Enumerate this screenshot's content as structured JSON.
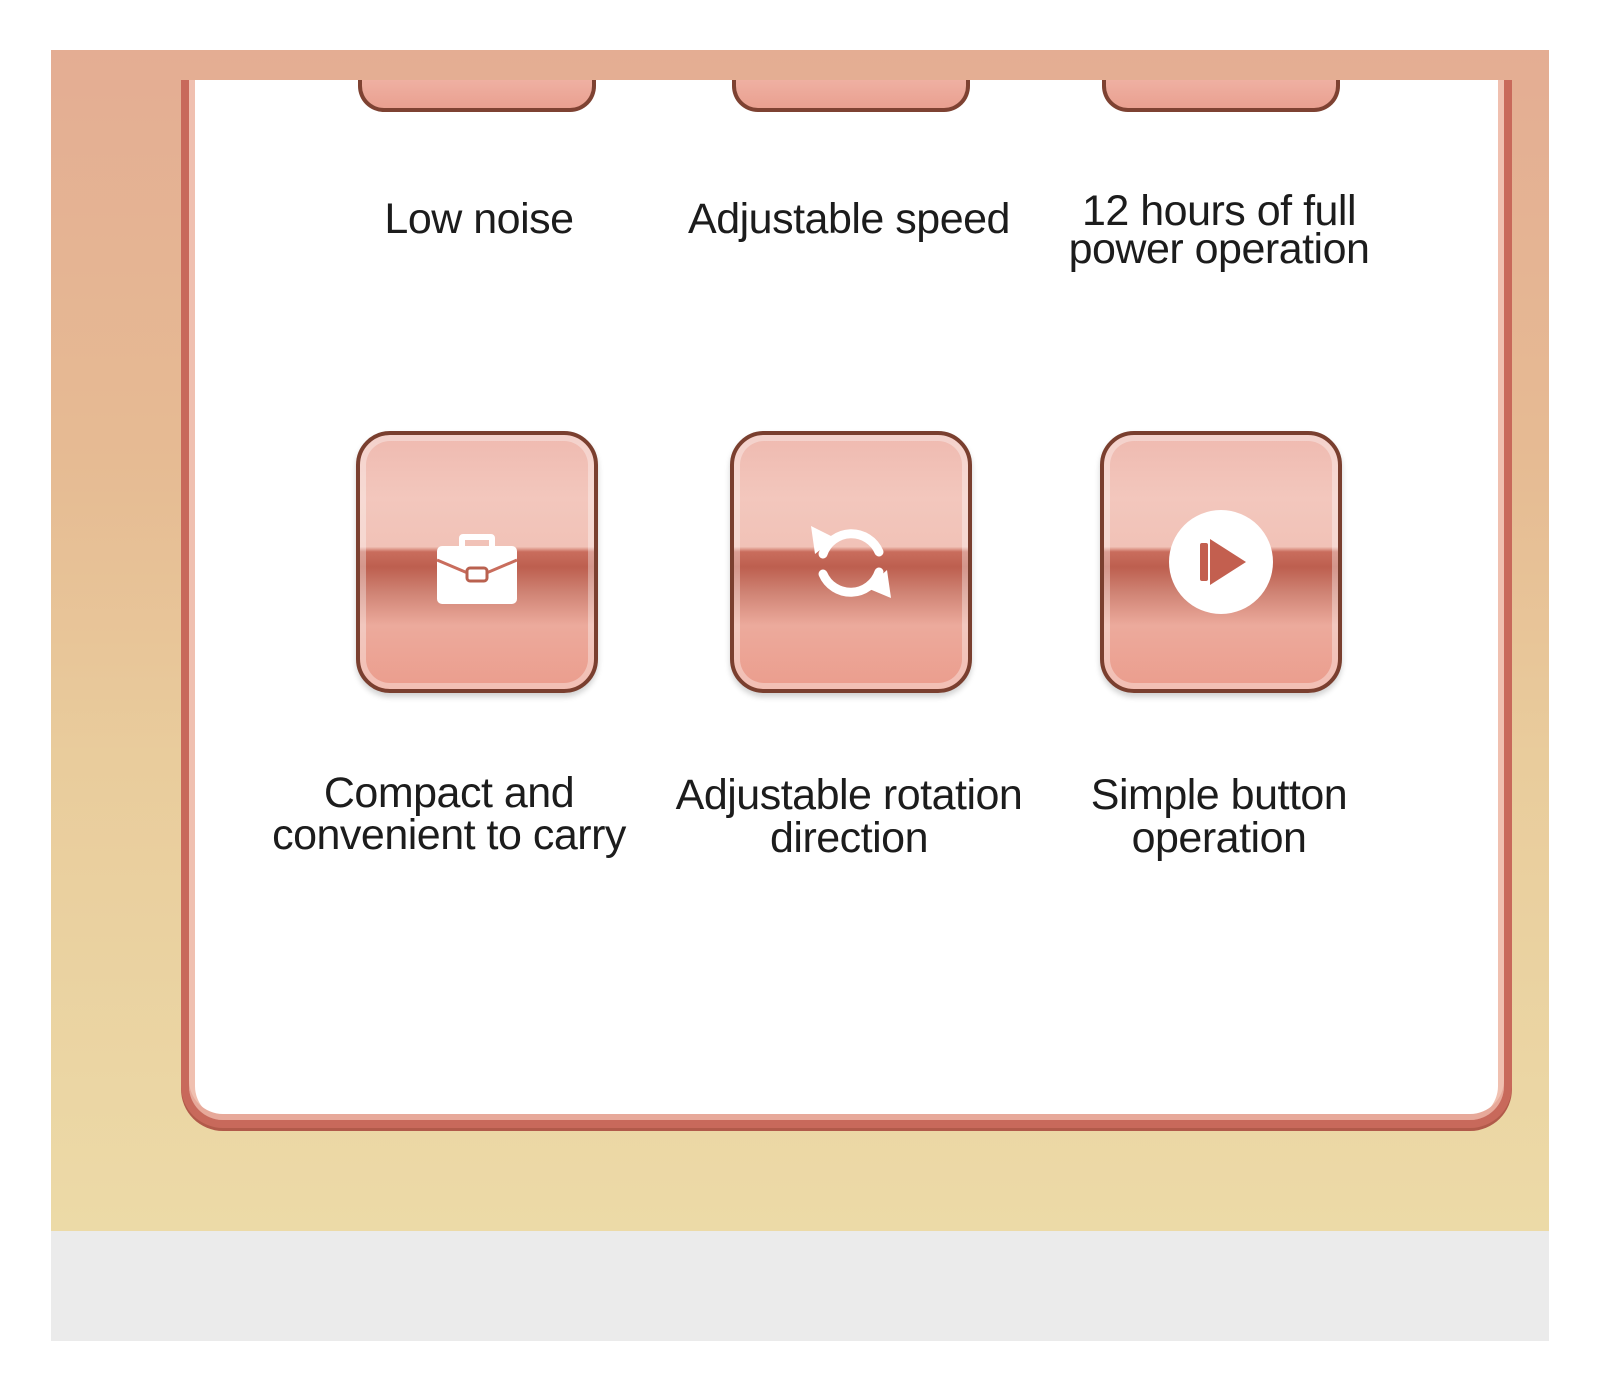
{
  "features_top": [
    {
      "label": "Low noise"
    },
    {
      "label": "Adjustable speed"
    },
    {
      "label": "12 hours of full\npower operation"
    }
  ],
  "features_bottom": [
    {
      "label": "Compact and\nconvenient to carry",
      "icon": "briefcase-icon"
    },
    {
      "label": "Adjustable rotation\ndirection",
      "icon": "rotate-arrows-icon"
    },
    {
      "label": "Simple button\noperation",
      "icon": "play-button-icon"
    }
  ],
  "colors": {
    "frame_top": "#e4ad93",
    "frame_bottom": "#ecdaa7",
    "card_border": "#c8695b",
    "tile_border": "#7a3f2f",
    "band": "#ebebeb"
  }
}
